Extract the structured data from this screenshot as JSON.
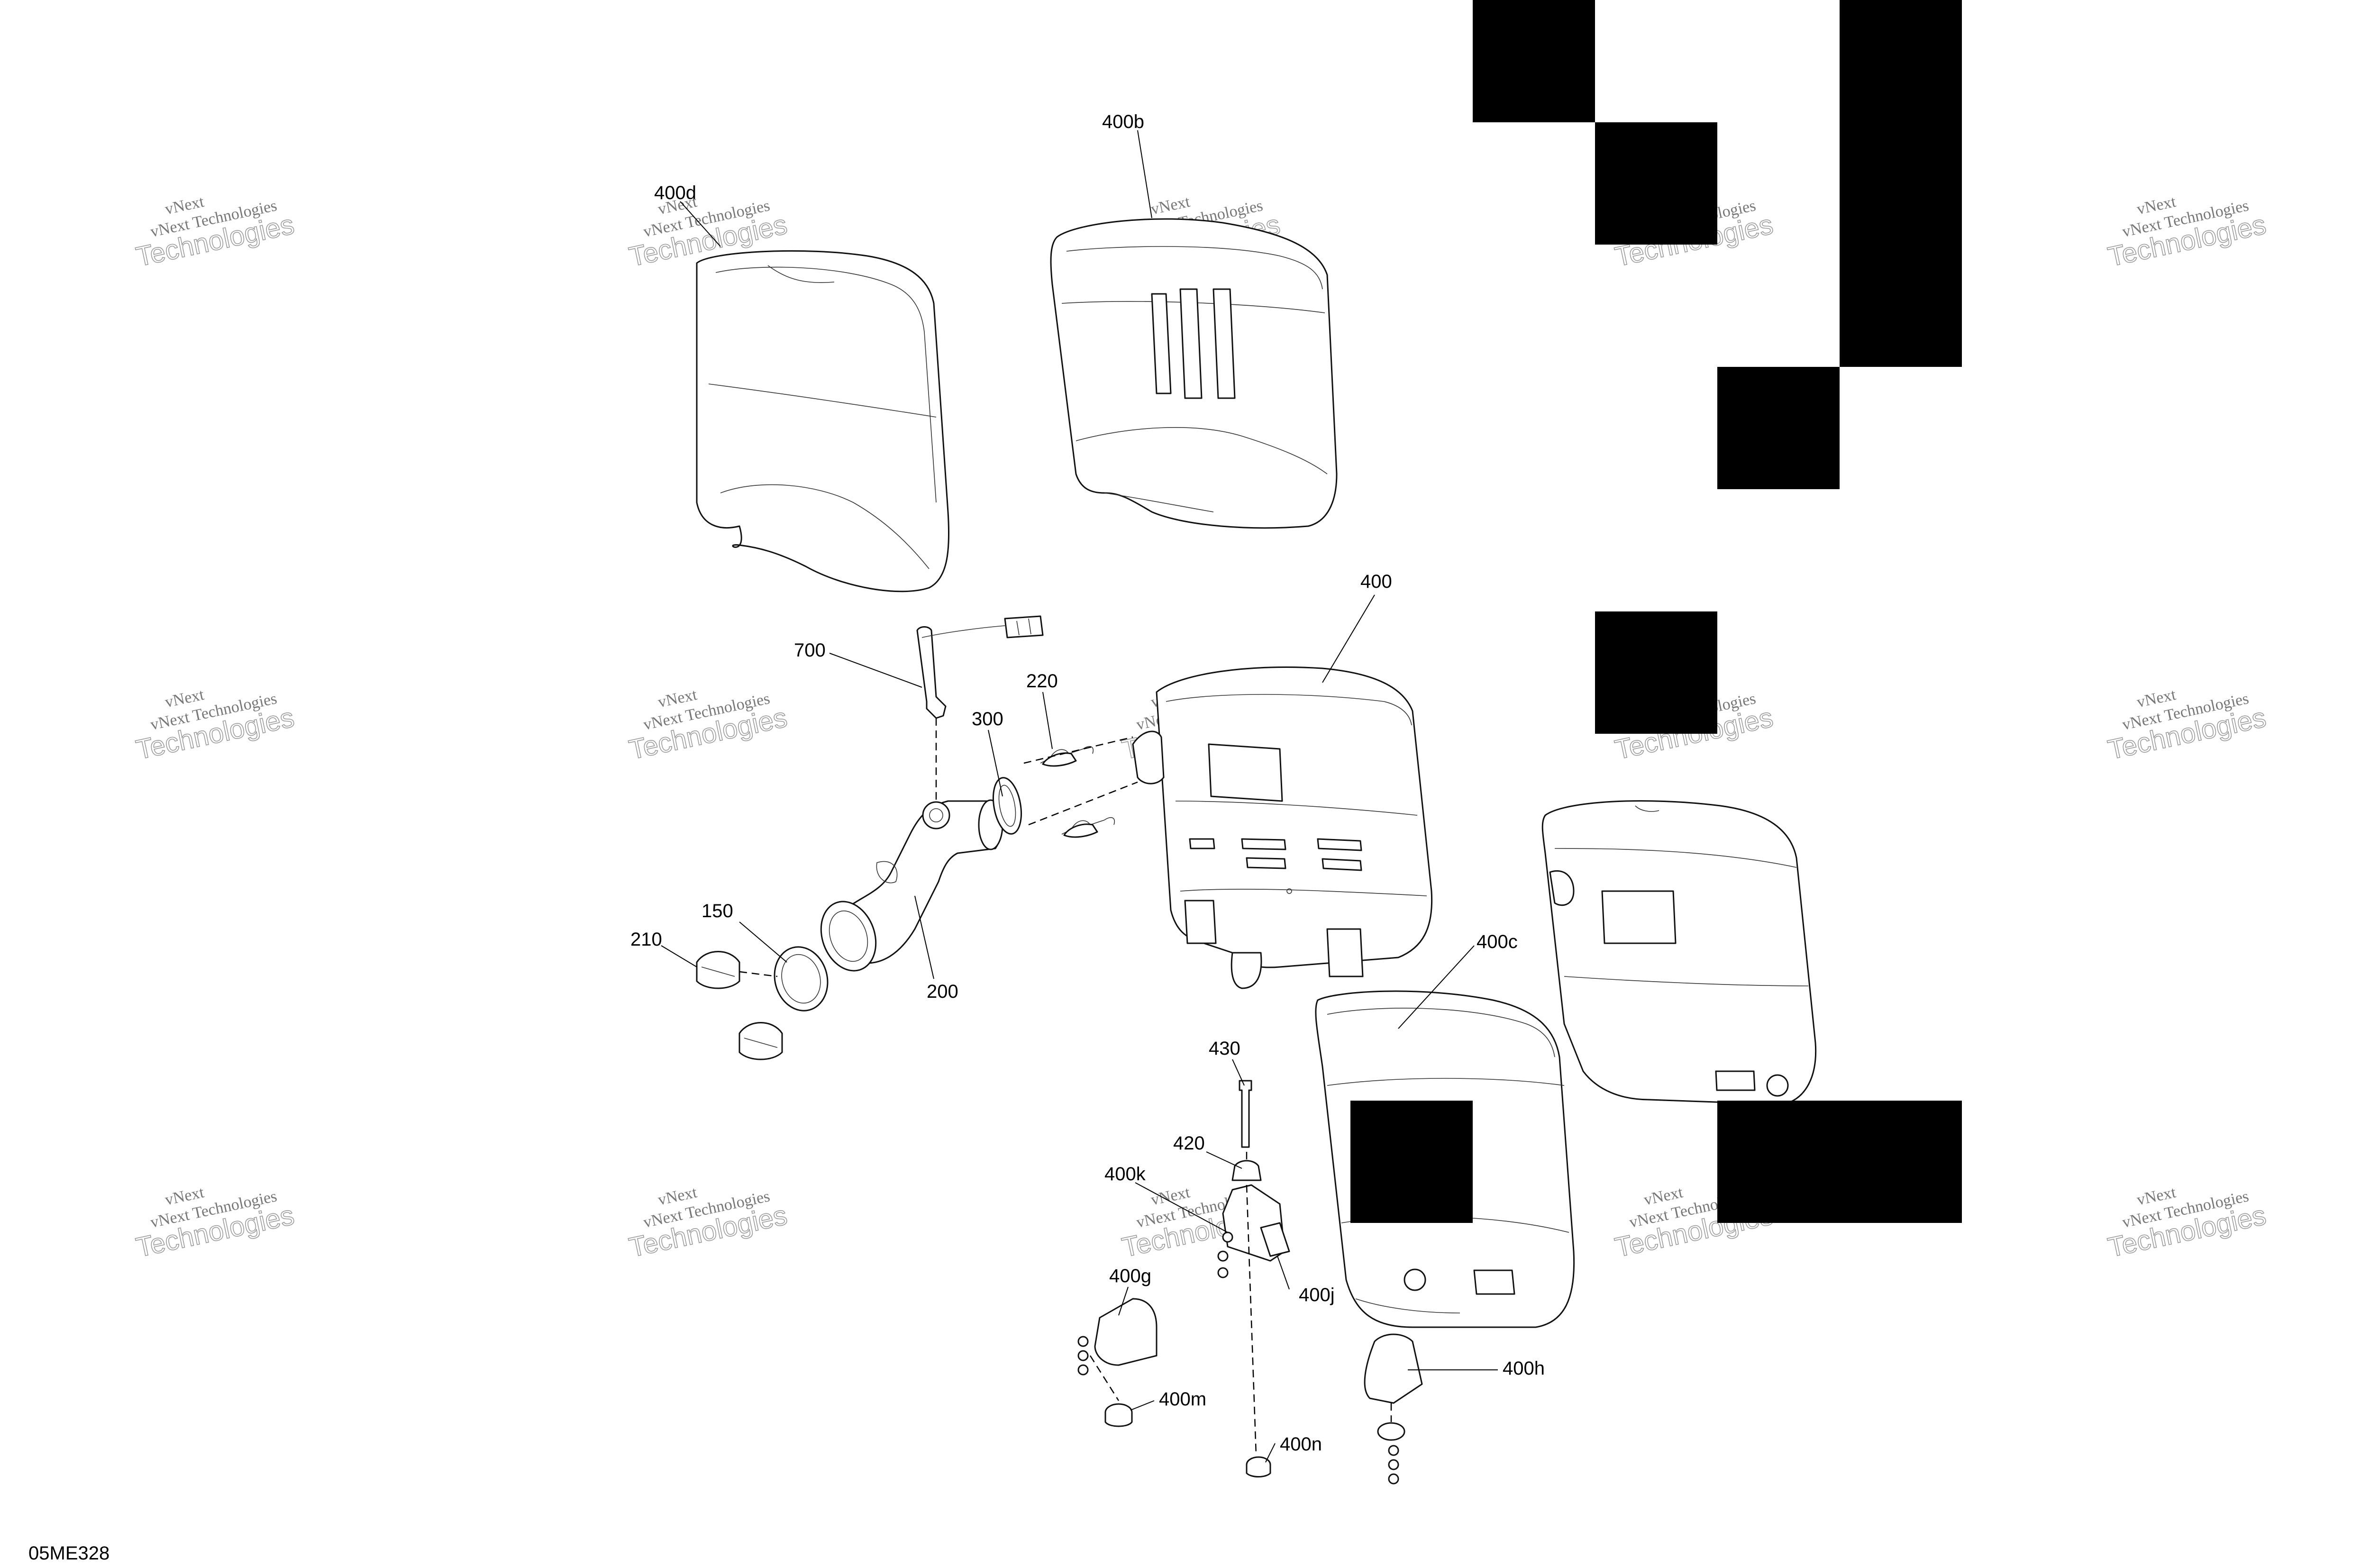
{
  "diagram": {
    "drawing_code": "05ME328",
    "watermark_line1": "vNext Technologies",
    "watermark_line2": "vNext",
    "watermark_line3": "Technologies",
    "labels": {
      "l400d": "400d",
      "l400b": "400b",
      "l400": "400",
      "l700": "700",
      "l220": "220",
      "l300": "300",
      "l150": "150",
      "l210": "210",
      "l200": "200",
      "l400c": "400c",
      "l430": "430",
      "l420": "420",
      "l400k": "400k",
      "l400j": "400j",
      "l400g": "400g",
      "l400m": "400m",
      "l400n": "400n",
      "l400h": "400h"
    }
  }
}
